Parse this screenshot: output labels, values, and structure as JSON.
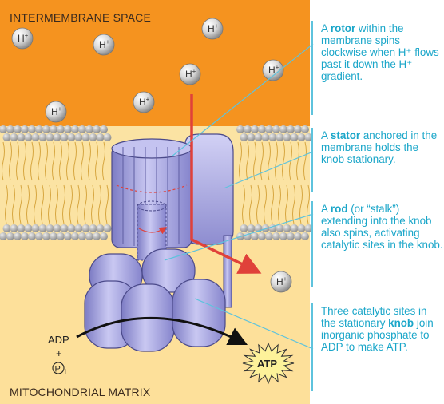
{
  "regions": {
    "top": "INTERMEMBRANE SPACE",
    "bottom": "MITOCHONDRIAL MATRIX"
  },
  "ion": {
    "label": "H",
    "charge": "+"
  },
  "reaction": {
    "adp": "ADP",
    "plus": "+",
    "phosphate": "P",
    "phosphate_subscript": "i",
    "product": "ATP"
  },
  "captions": [
    {
      "pre": "A ",
      "term": "rotor",
      "post": " within the membrane spins clockwise when H⁺ flows past it down the H⁺ gradient."
    },
    {
      "pre": "A ",
      "term": "stator",
      "post": " anchored in the membrane holds the knob stationary."
    },
    {
      "pre": "A ",
      "term": "rod",
      "post": " (or “stalk”) extending into the knob also spins, activating catalytic sites in the knob."
    },
    {
      "pre": "Three catalytic sites in the stationary ",
      "term": "knob",
      "post": " join inorganic phosphate to ADP to make ATP."
    }
  ],
  "colors": {
    "intermembrane": "#f5931f",
    "matrix": "#fde09a",
    "protein": "#a9a8e3",
    "proton_path": "#e0413a",
    "caption_text": "#1aa6c9"
  }
}
